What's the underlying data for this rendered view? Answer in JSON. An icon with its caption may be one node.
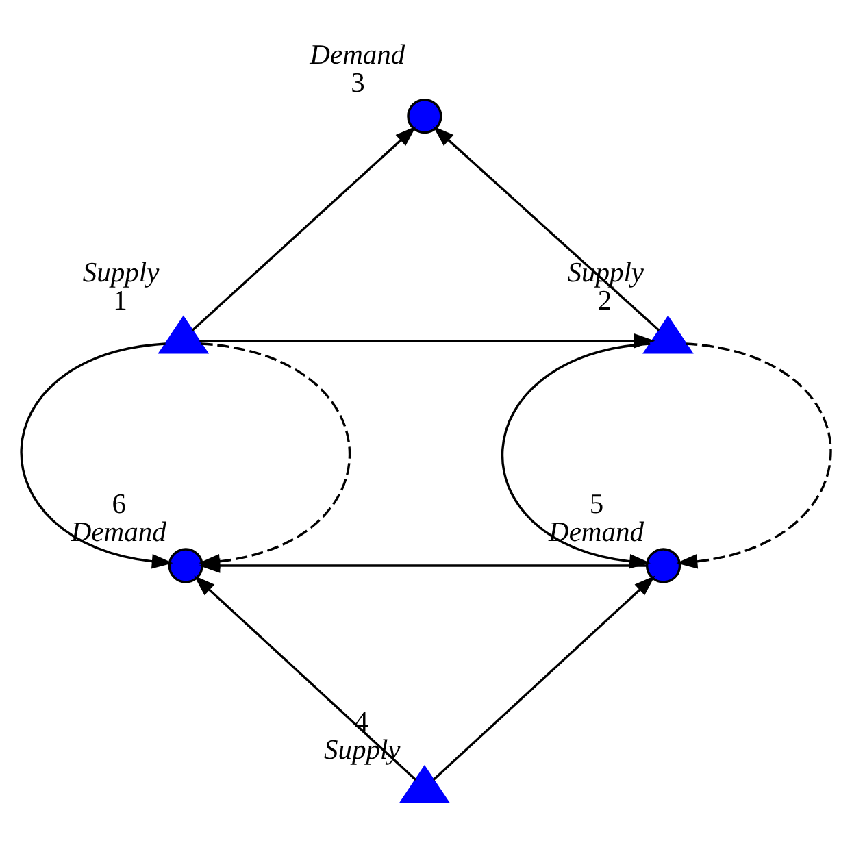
{
  "diagram": {
    "nodes": [
      {
        "text": [],
        "shape": "circle",
        "beside": [
          "Demand",
          "3"
        ]
      },
      {
        "text": [],
        "shape": "triangle",
        "beside": [
          "Supply",
          "1"
        ]
      },
      {
        "text": [],
        "shape": "triangle",
        "beside": [
          "Supply",
          "2"
        ]
      },
      {
        "text": [],
        "shape": "circle",
        "beside": [
          "6",
          "Demand"
        ]
      },
      {
        "text": [],
        "shape": "circle",
        "beside": [
          "5",
          "Demand"
        ]
      },
      {
        "text": [],
        "shape": "triangle",
        "beside": [
          "4",
          "Supply"
        ]
      }
    ],
    "edges": [
      {
        "from": 1,
        "to": 0,
        "arrow": "to"
      },
      {
        "from": 2,
        "to": 0,
        "arrow": "to"
      },
      {
        "from": 1,
        "to": 2,
        "arrow": "to"
      },
      {
        "from": 1,
        "to": 3,
        "arrow": "to"
      },
      {
        "from": 2,
        "to": 4,
        "arrow": "to"
      },
      {
        "from": 4,
        "to": 3,
        "arrow": "to"
      },
      {
        "from": 5,
        "to": 3,
        "arrow": "to"
      },
      {
        "from": 5,
        "to": 4,
        "arrow": "to"
      },
      {
        "from": 1,
        "to": 3,
        "arrow": "to",
        "style": "dashed"
      },
      {
        "from": 2,
        "to": 4,
        "arrow": "to",
        "style": "dashed"
      }
    ]
  }
}
